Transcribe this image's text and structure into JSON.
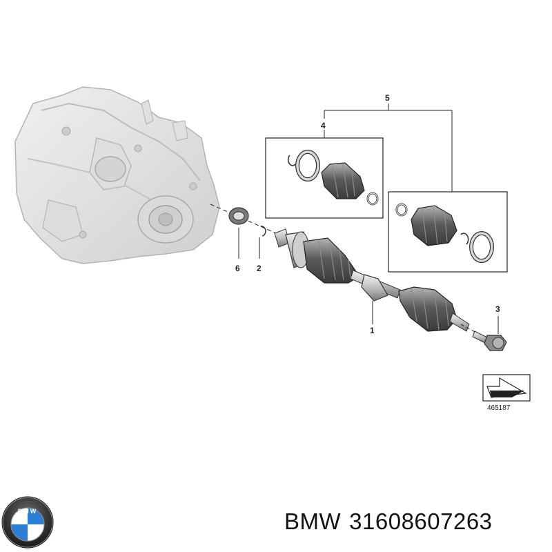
{
  "callouts": {
    "c1": "1",
    "c2": "2",
    "c3": "3",
    "c4": "4",
    "c5": "5",
    "c6": "6"
  },
  "reference_number": "465187",
  "brand": {
    "logo_letters": "BMW",
    "name": "BMW",
    "part_number": "31608607263"
  },
  "colors": {
    "line": "#222222",
    "part_fill": "#d9d9d9",
    "part_shadow": "#8a8a8a",
    "housing_fill": "#e6e6e6",
    "logo_blue": "#2a7fd4"
  }
}
